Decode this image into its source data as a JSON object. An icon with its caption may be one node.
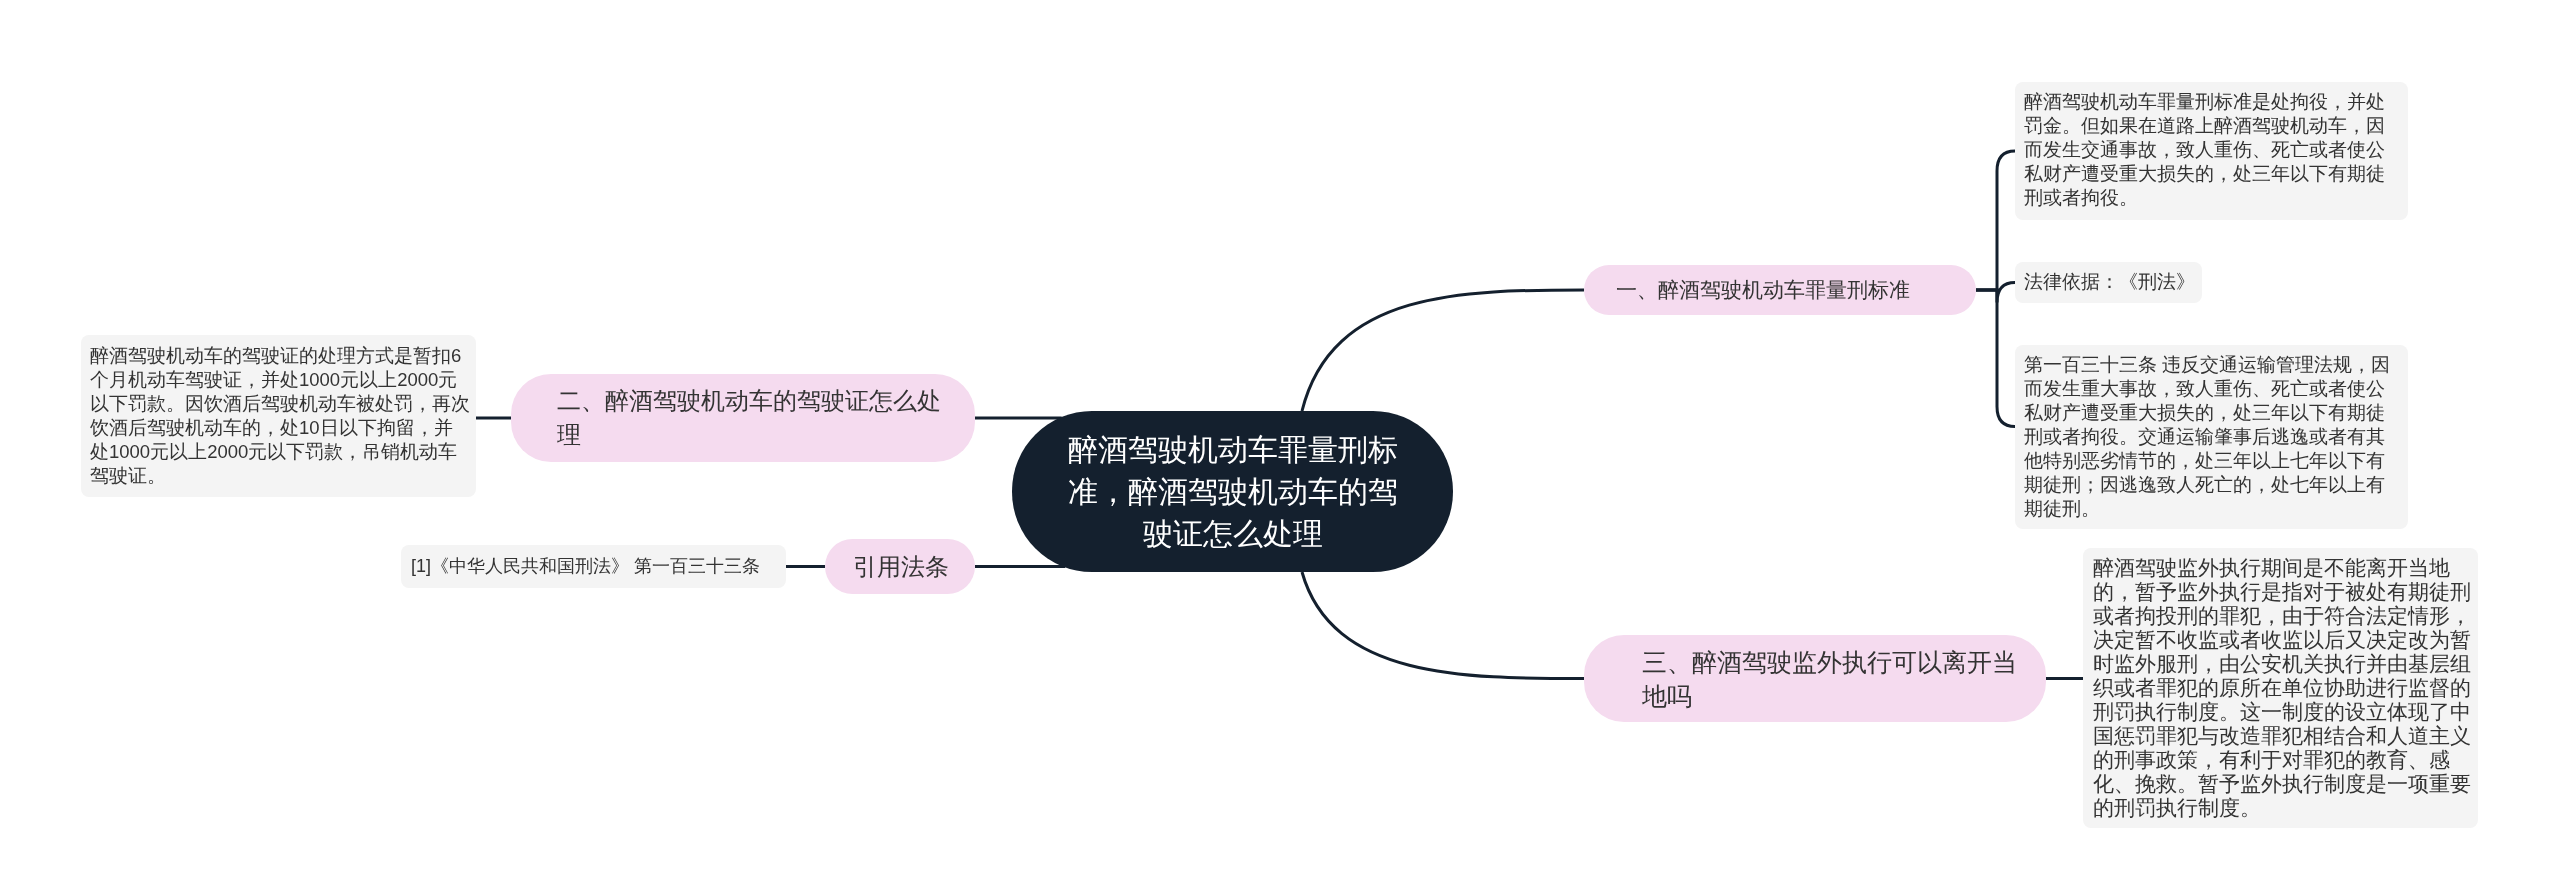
{
  "diagram": {
    "nodes": [
      {
        "text": [
          "醉酒驾驶机动车罪量刑标准，醉酒驾驶机动车的驾驶证怎么处理"
        ]
      },
      {
        "text": [
          "一、醉酒驾驶机动车罪量刑标准"
        ]
      },
      {
        "text": [
          "醉酒驾驶机动车罪量刑标准是处拘役，并处罚金。但如果在道路上醉酒驾驶机动车，因而发生交通事故，致人重伤、死亡或者使公私财产遭受重大损失的，处三年以下有期徒刑或者拘役。"
        ]
      },
      {
        "text": [
          "法律依据：《刑法》"
        ]
      },
      {
        "text": [
          "第一百三十三条 违反交通运输管理法规，因而发生重大事故，致人重伤、死亡或者使公私财产遭受重大损失的，处三年以下有期徒刑或者拘役。交通运输肇事后逃逸或者有其他特别恶劣情节的，处三年以上七年以下有期徒刑；因逃逸致人死亡的，处七年以上有期徒刑。"
        ]
      },
      {
        "text": [
          "二、醉酒驾驶机动车的驾驶证怎么处理"
        ]
      },
      {
        "text": [
          "醉酒驾驶机动车的驾驶证的处理方式是暂扣6个月机动车驾驶证，并处1000元以上2000元以下罚款。因饮酒后驾驶机动车被处罚，再次饮酒后驾驶机动车的，处10日以下拘留，并处1000元以上2000元以下罚款，吊销机动车驾驶证。"
        ]
      },
      {
        "text": [
          "引用法条"
        ]
      },
      {
        "text": [
          "[1]《中华人民共和国刑法》 第一百三十三条"
        ]
      },
      {
        "text": [
          "三、醉酒驾驶监外执行可以离开当地吗"
        ]
      },
      {
        "text": [
          "醉酒驾驶监外执行期间是不能离开当地的，暂予监外执行是指对于被处有期徒刑或者拘投刑的罪犯，由于符合法定情形，决定暂不收监或者收监以后又决定改为暂时监外服刑，由公安机关执行并由基层组织或者罪犯的原所在单位协助进行监督的刑罚执行制度。这一制度的设立体现了中国惩罚罪犯与改造罪犯相结合和人道主义的刑事政策，有利于对罪犯的教育、感化、挽救。暂予监外执行制度是一项重要的刑罚执行制度。"
        ]
      }
    ],
    "edges": [
      {
        "from": 0,
        "to": 1,
        "arrow": "none"
      },
      {
        "from": 1,
        "to": 2,
        "arrow": "none"
      },
      {
        "from": 1,
        "to": 3,
        "arrow": "none"
      },
      {
        "from": 1,
        "to": 4,
        "arrow": "none"
      },
      {
        "from": 0,
        "to": 5,
        "arrow": "none"
      },
      {
        "from": 5,
        "to": 6,
        "arrow": "none"
      },
      {
        "from": 0,
        "to": 7,
        "arrow": "none"
      },
      {
        "from": 7,
        "to": 8,
        "arrow": "none"
      },
      {
        "from": 0,
        "to": 9,
        "arrow": "none"
      },
      {
        "from": 9,
        "to": 10,
        "arrow": "none"
      }
    ]
  }
}
